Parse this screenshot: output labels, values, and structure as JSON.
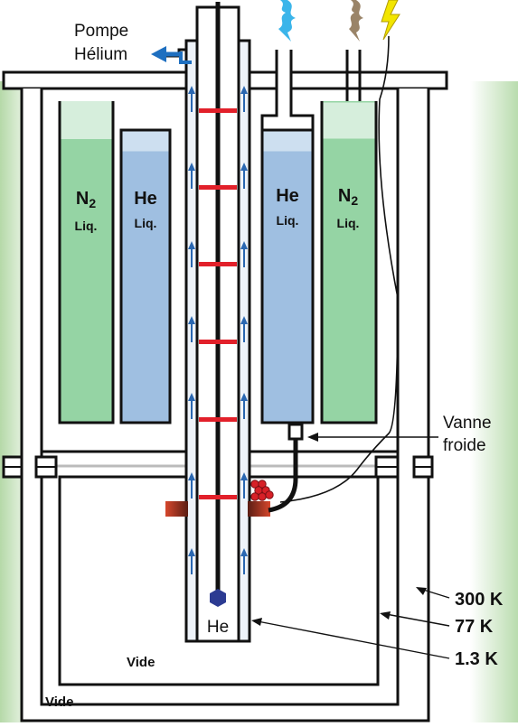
{
  "labels": {
    "pump_line1": "Pompe",
    "pump_line2": "Hélium",
    "valve_line1": "Vanne",
    "valve_line2": "froide",
    "temp_300": "300 K",
    "temp_77": "77 K",
    "temp_1_3": "1.3 K",
    "vacuum_inner": "Vide",
    "vacuum_outer": "Vide",
    "he_sample": "He"
  },
  "reservoirs": {
    "n2_left": {
      "title": "N",
      "sub": "2",
      "state": "Liq."
    },
    "he_left": {
      "title": "He",
      "state": "Liq."
    },
    "he_right": {
      "title": "He",
      "state": "Liq."
    },
    "n2_right": {
      "title": "N",
      "sub": "2",
      "state": "Liq."
    }
  },
  "colors": {
    "nitrogen_liquid": "#95d4a4",
    "helium_liquid": "#9fbfe1",
    "heat_shield_red": "#e2202a",
    "flow_arrow_blue": "#2a67b1",
    "sample_blue": "#2c3b92",
    "background_green": "#b5d9a8"
  },
  "icons": [
    "helium-pump-arrow-icon",
    "gas-flow-arrow-icon",
    "lightning-icon",
    "valve-icon"
  ]
}
